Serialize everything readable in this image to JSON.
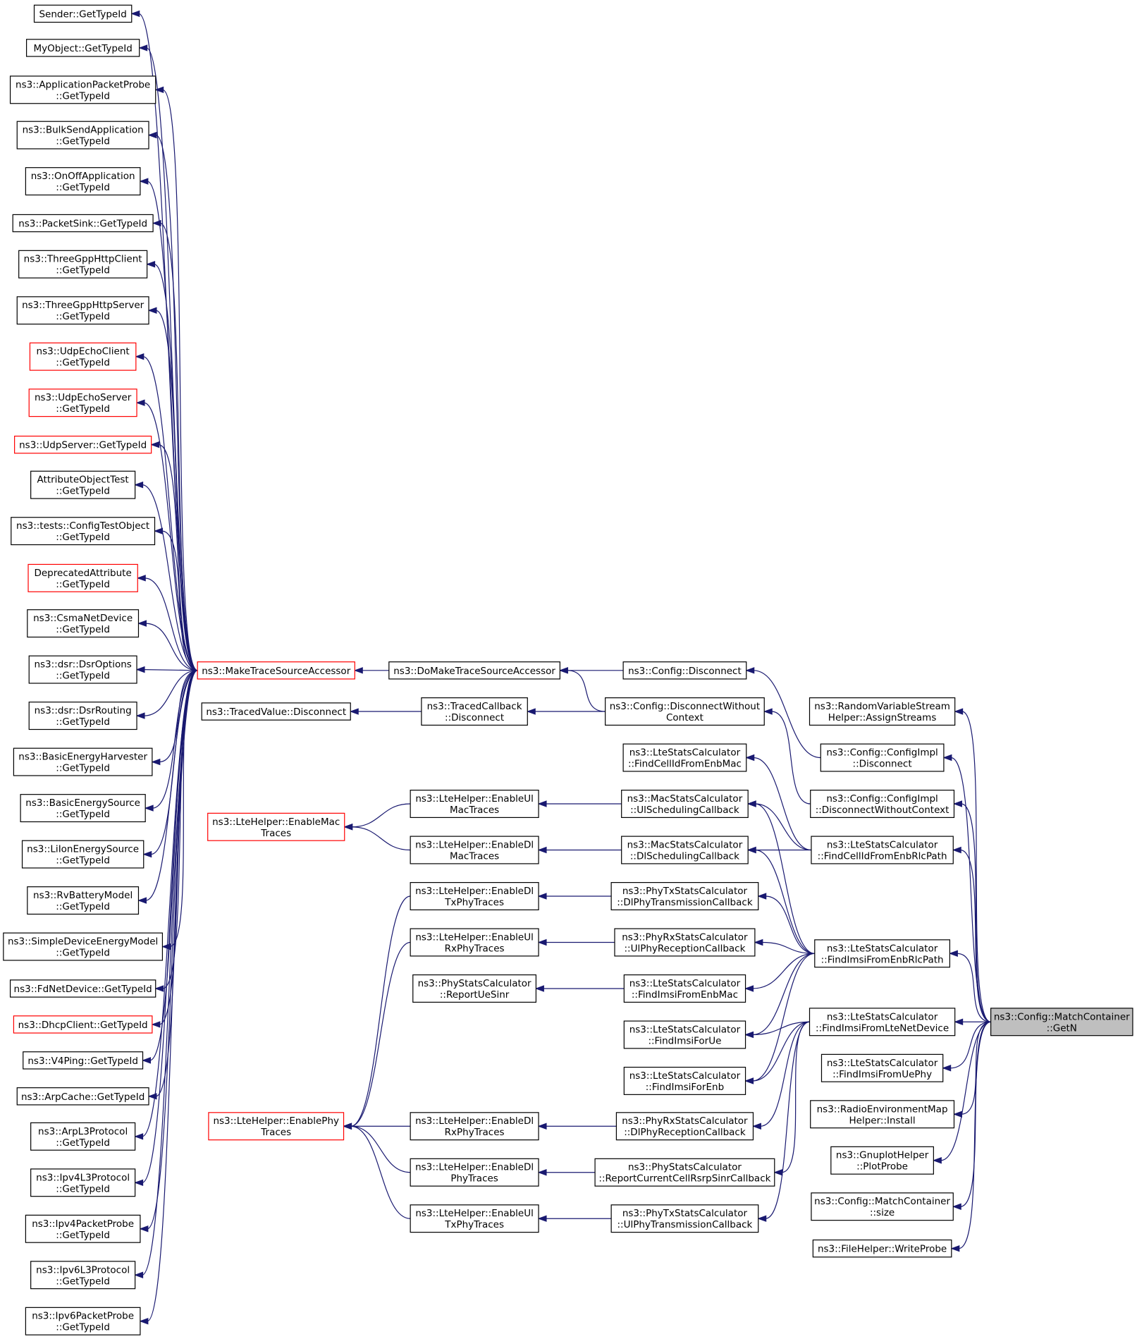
{
  "nodes": {
    "sender": {
      "lines": [
        "Sender::GetTypeId"
      ]
    },
    "myobject": {
      "lines": [
        "MyObject::GetTypeId"
      ]
    },
    "appprobe": {
      "lines": [
        "ns3::ApplicationPacketProbe",
        "::GetTypeId"
      ]
    },
    "bulksend": {
      "lines": [
        "ns3::BulkSendApplication",
        "::GetTypeId"
      ]
    },
    "onoff": {
      "lines": [
        "ns3::OnOffApplication",
        "::GetTypeId"
      ]
    },
    "packetsink": {
      "lines": [
        "ns3::PacketSink::GetTypeId"
      ]
    },
    "httpclient": {
      "lines": [
        "ns3::ThreeGppHttpClient",
        "::GetTypeId"
      ]
    },
    "httpserver": {
      "lines": [
        "ns3::ThreeGppHttpServer",
        "::GetTypeId"
      ]
    },
    "udpechoclient": {
      "lines": [
        "ns3::UdpEchoClient",
        "::GetTypeId"
      ]
    },
    "udpechoserver": {
      "lines": [
        "ns3::UdpEchoServer",
        "::GetTypeId"
      ]
    },
    "udpserver": {
      "lines": [
        "ns3::UdpServer::GetTypeId"
      ]
    },
    "attrtest": {
      "lines": [
        "AttributeObjectTest",
        "::GetTypeId"
      ]
    },
    "configtest": {
      "lines": [
        "ns3::tests::ConfigTestObject",
        "::GetTypeId"
      ]
    },
    "deprecated": {
      "lines": [
        "DeprecatedAttribute",
        "::GetTypeId"
      ]
    },
    "csma": {
      "lines": [
        "ns3::CsmaNetDevice",
        "::GetTypeId"
      ]
    },
    "dsroptions": {
      "lines": [
        "ns3::dsr::DsrOptions",
        "::GetTypeId"
      ]
    },
    "dsrrouting": {
      "lines": [
        "ns3::dsr::DsrRouting",
        "::GetTypeId"
      ]
    },
    "harvester": {
      "lines": [
        "ns3::BasicEnergyHarvester",
        "::GetTypeId"
      ]
    },
    "energysource": {
      "lines": [
        "ns3::BasicEnergySource",
        "::GetTypeId"
      ]
    },
    "liion": {
      "lines": [
        "ns3::LiIonEnergySource",
        "::GetTypeId"
      ]
    },
    "rvbattery": {
      "lines": [
        "ns3::RvBatteryModel",
        "::GetTypeId"
      ]
    },
    "simpleenergy": {
      "lines": [
        "ns3::SimpleDeviceEnergyModel",
        "::GetTypeId"
      ]
    },
    "fdnet": {
      "lines": [
        "ns3::FdNetDevice::GetTypeId"
      ]
    },
    "dhcp": {
      "lines": [
        "ns3::DhcpClient::GetTypeId"
      ]
    },
    "v4ping": {
      "lines": [
        "ns3::V4Ping::GetTypeId"
      ]
    },
    "arpcache": {
      "lines": [
        "ns3::ArpCache::GetTypeId"
      ]
    },
    "arpl3": {
      "lines": [
        "ns3::ArpL3Protocol",
        "::GetTypeId"
      ]
    },
    "ipv4l3": {
      "lines": [
        "ns3::Ipv4L3Protocol",
        "::GetTypeId"
      ]
    },
    "ipv4probe": {
      "lines": [
        "ns3::Ipv4PacketProbe",
        "::GetTypeId"
      ]
    },
    "ipv6l3": {
      "lines": [
        "ns3::Ipv6L3Protocol",
        "::GetTypeId"
      ]
    },
    "ipv6probe": {
      "lines": [
        "ns3::Ipv6PacketProbe",
        "::GetTypeId"
      ]
    },
    "maketrace": {
      "lines": [
        "ns3::MakeTraceSourceAccessor"
      ]
    },
    "tracedvalue": {
      "lines": [
        "ns3::TracedValue::Disconnect"
      ]
    },
    "domaketrace": {
      "lines": [
        "ns3::DoMakeTraceSourceAccessor"
      ]
    },
    "tracedcb": {
      "lines": [
        "ns3::TracedCallback",
        "::Disconnect"
      ]
    },
    "cfgdisconnect": {
      "lines": [
        "ns3::Config::Disconnect"
      ]
    },
    "cfgdiscnoctx": {
      "lines": [
        "ns3::Config::DisconnectWithout",
        "Context"
      ]
    },
    "enablemac": {
      "lines": [
        "ns3::LteHelper::EnableMac",
        "Traces"
      ]
    },
    "enableulmac": {
      "lines": [
        "ns3::LteHelper::EnableUl",
        "MacTraces"
      ]
    },
    "enabledlmac": {
      "lines": [
        "ns3::LteHelper::EnableDl",
        "MacTraces"
      ]
    },
    "enabledltxphy": {
      "lines": [
        "ns3::LteHelper::EnableDl",
        "TxPhyTraces"
      ]
    },
    "enableulrxphy": {
      "lines": [
        "ns3::LteHelper::EnableUl",
        "RxPhyTraces"
      ]
    },
    "reportuesinr": {
      "lines": [
        "ns3::PhyStatsCalculator",
        "::ReportUeSinr"
      ]
    },
    "enablephy": {
      "lines": [
        "ns3::LteHelper::EnablePhy",
        "Traces"
      ]
    },
    "enabledlrxphy": {
      "lines": [
        "ns3::LteHelper::EnableDl",
        "RxPhyTraces"
      ]
    },
    "enabledlphy": {
      "lines": [
        "ns3::LteHelper::EnableDl",
        "PhyTraces"
      ]
    },
    "enableultxphy": {
      "lines": [
        "ns3::LteHelper::EnableUl",
        "TxPhyTraces"
      ]
    },
    "findcellmac": {
      "lines": [
        "ns3::LteStatsCalculator",
        "::FindCellIdFromEnbMac"
      ]
    },
    "ulsched": {
      "lines": [
        "ns3::MacStatsCalculator",
        "::UlSchedulingCallback"
      ]
    },
    "dlsched": {
      "lines": [
        "ns3::MacStatsCalculator",
        "::DlSchedulingCallback"
      ]
    },
    "dlphytx": {
      "lines": [
        "ns3::PhyTxStatsCalculator",
        "::DlPhyTransmissionCallback"
      ]
    },
    "ulphyrx": {
      "lines": [
        "ns3::PhyRxStatsCalculator",
        "::UlPhyReceptionCallback"
      ]
    },
    "findimsimac": {
      "lines": [
        "ns3::LteStatsCalculator",
        "::FindImsiFromEnbMac"
      ]
    },
    "findimsiue": {
      "lines": [
        "ns3::LteStatsCalculator",
        "::FindImsiForUe"
      ]
    },
    "findimsienb": {
      "lines": [
        "ns3::LteStatsCalculator",
        "::FindImsiForEnb"
      ]
    },
    "dlphyrx": {
      "lines": [
        "ns3::PhyRxStatsCalculator",
        "::DlPhyReceptionCallback"
      ]
    },
    "rsrpsinr": {
      "lines": [
        "ns3::PhyStatsCalculator",
        "::ReportCurrentCellRsrpSinrCallback"
      ]
    },
    "ulphytx": {
      "lines": [
        "ns3::PhyTxStatsCalculator",
        "::UlPhyTransmissionCallback"
      ]
    },
    "randomvar": {
      "lines": [
        "ns3::RandomVariableStream",
        "Helper::AssignStreams"
      ]
    },
    "cfgimpldisc": {
      "lines": [
        "ns3::Config::ConfigImpl",
        "::Disconnect"
      ]
    },
    "cfgimplnoctx": {
      "lines": [
        "ns3::Config::ConfigImpl",
        "::DisconnectWithoutContext"
      ]
    },
    "findcellrlc": {
      "lines": [
        "ns3::LteStatsCalculator",
        "::FindCellIdFromEnbRlcPath"
      ]
    },
    "findimsirlc": {
      "lines": [
        "ns3::LteStatsCalculator",
        "::FindImsiFromEnbRlcPath"
      ]
    },
    "findimsinet": {
      "lines": [
        "ns3::LteStatsCalculator",
        "::FindImsiFromLteNetDevice"
      ]
    },
    "findimsiuephy": {
      "lines": [
        "ns3::LteStatsCalculator",
        "::FindImsiFromUePhy"
      ]
    },
    "remhelper": {
      "lines": [
        "ns3::RadioEnvironmentMap",
        "Helper::Install"
      ]
    },
    "gnuplot": {
      "lines": [
        "ns3::GnuplotHelper",
        "::PlotProbe"
      ]
    },
    "matchsize": {
      "lines": [
        "ns3::Config::MatchContainer",
        "::size"
      ]
    },
    "filehelper": {
      "lines": [
        "ns3::FileHelper::WriteProbe"
      ]
    },
    "getn": {
      "lines": [
        "ns3::Config::MatchContainer",
        "::GetN"
      ]
    }
  },
  "colors": {
    "edge": "#191970",
    "node_border": "#000000",
    "node_border_incomplete": "#ff0000",
    "focus_fill": "#bfbfbf",
    "background": "#ffffff"
  }
}
